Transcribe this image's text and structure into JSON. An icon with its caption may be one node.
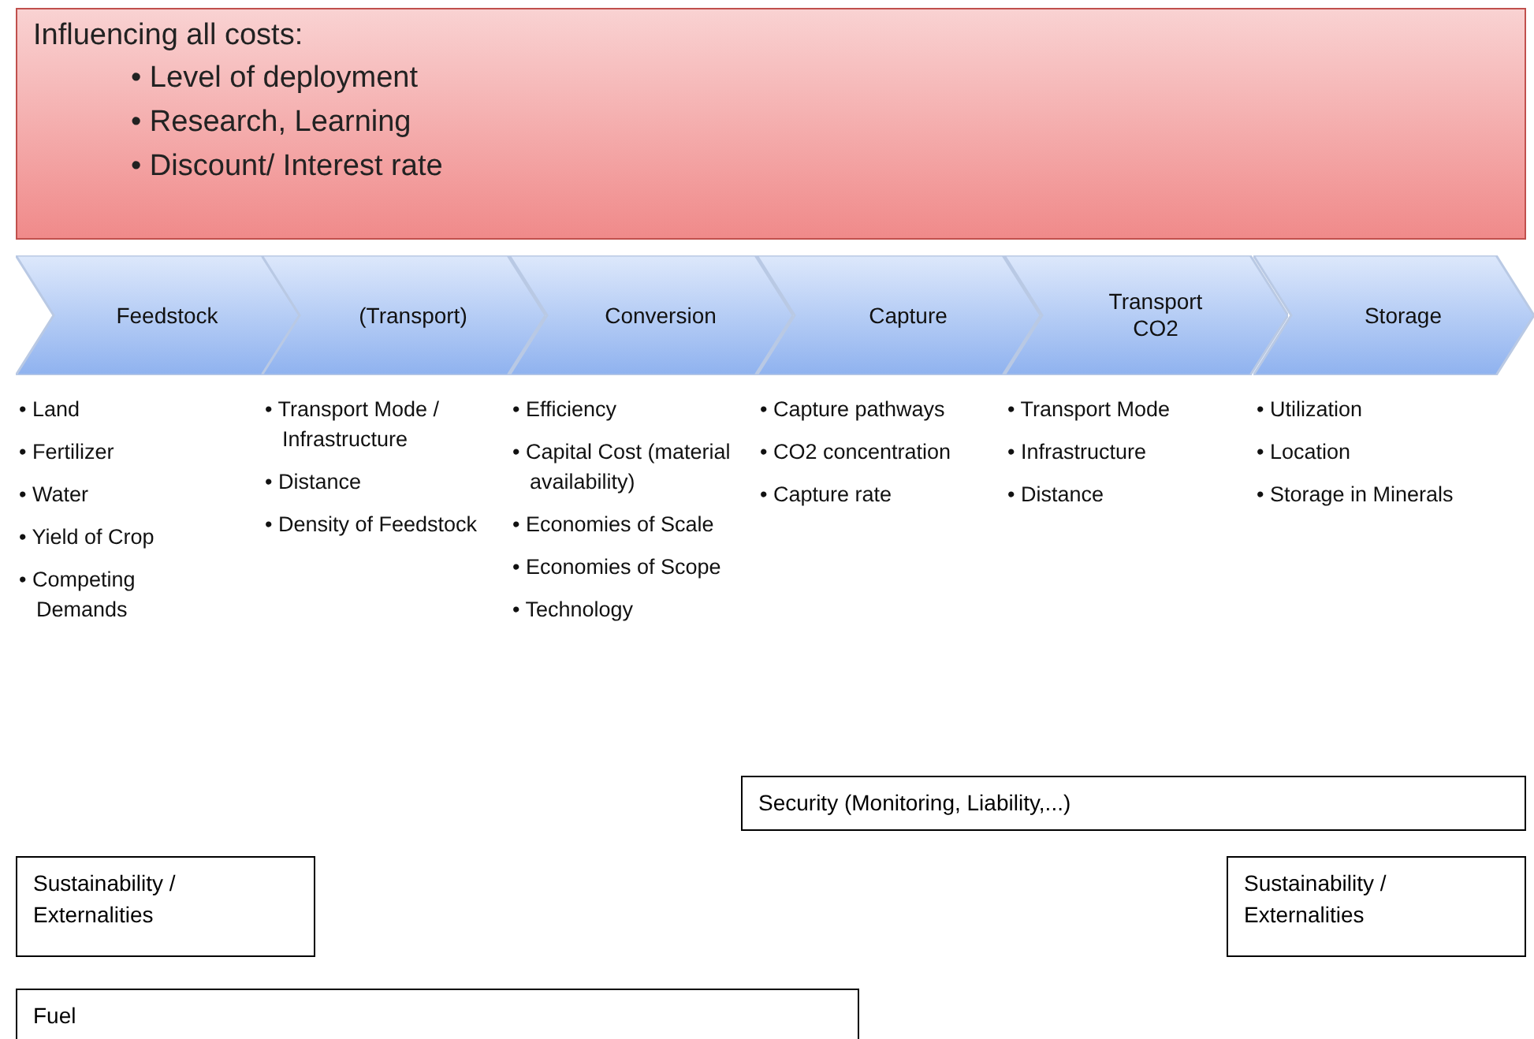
{
  "diagram": {
    "nodes": [
      {
        "text": [
          "Influencing all costs:",
          "• Level of deployment",
          "• Research, Learning",
          "• Discount/ Interest rate"
        ]
      },
      {
        "text": [
          "Feedstock"
        ],
        "beside": [
          "• Land",
          "• Fertilizer",
          "• Water",
          "• Yield of Crop",
          "• Competing Demands"
        ]
      },
      {
        "text": [
          "(Transport)"
        ],
        "beside": [
          "• Transport Mode / Infrastructure",
          "• Distance",
          "• Density of Feedstock"
        ]
      },
      {
        "text": [
          "Conversion"
        ],
        "beside": [
          "• Efficiency",
          "• Capital Cost (material availability)",
          "• Economies of Scale",
          "• Economies of Scope",
          "• Technology"
        ]
      },
      {
        "text": [
          "Capture"
        ],
        "beside": [
          "• Capture pathways",
          "• CO2 concentration",
          "• Capture rate"
        ]
      },
      {
        "text": [
          "Transport CO2"
        ],
        "beside": [
          "• Transport Mode",
          "• Infrastructure",
          "• Distance"
        ]
      },
      {
        "text": [
          "Storage"
        ],
        "beside": [
          "• Utilization",
          "• Location",
          "• Storage in Minerals"
        ]
      },
      {
        "text": [
          "Security (Monitoring, Liability,...)"
        ]
      },
      {
        "text": [
          "Sustainability / Externalities"
        ]
      },
      {
        "text": [
          "Sustainability / Externalities"
        ]
      },
      {
        "text": [
          "Fuel"
        ]
      }
    ]
  }
}
